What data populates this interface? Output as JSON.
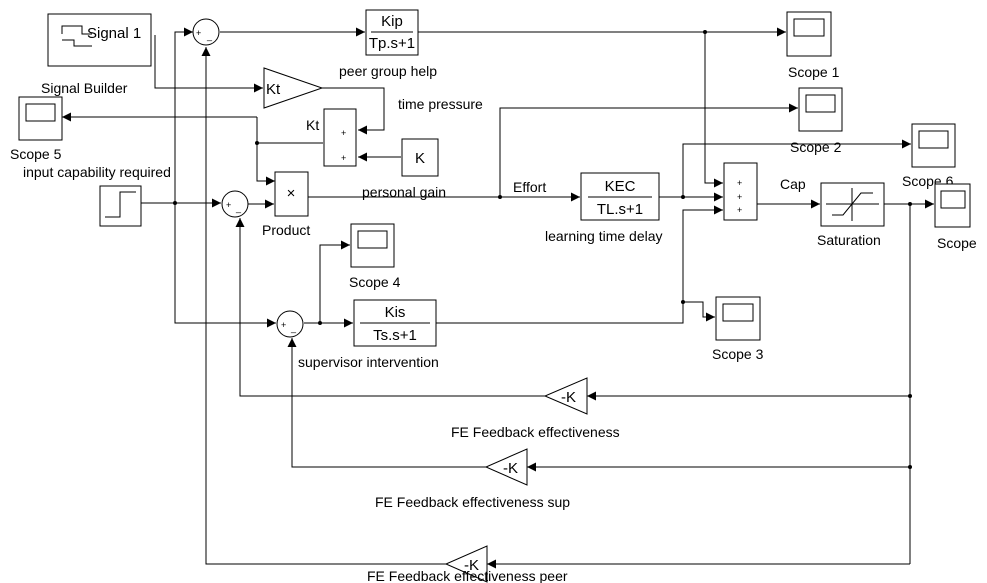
{
  "blocks": {
    "signal_builder": {
      "name": "Signal Builder",
      "inner": "Signal 1"
    },
    "input_step": {
      "name": "input capability required"
    },
    "peer_tf": {
      "num": "Kip",
      "den": "Tp.s+1",
      "name": "peer group help"
    },
    "learning_tf": {
      "num": "KEC",
      "den": "TL.s+1",
      "name": "learning time delay"
    },
    "supervisor_tf": {
      "num": "Kis",
      "den": "Ts.s+1",
      "name": "supervisor intervention"
    },
    "kt_gain": {
      "inner": "Kt",
      "tag": "Kt"
    },
    "k_const": {
      "inner": "K",
      "name": "personal gain"
    },
    "product": {
      "inner": "×",
      "name": "Product"
    },
    "saturation": {
      "name": "Saturation"
    },
    "fb_peer": {
      "inner": "-K",
      "name": "FE Feedback effectiveness peer"
    },
    "fb_main": {
      "inner": "-K",
      "name": "FE Feedback effectiveness"
    },
    "fb_sup": {
      "inner": "-K",
      "name": "FE Feedback effectiveness sup"
    }
  },
  "scopes": {
    "scope1": "Scope 1",
    "scope2": "Scope 2",
    "scope3": "Scope 3",
    "scope4": "Scope 4",
    "scope5": "Scope 5",
    "scope6": "Scope 6",
    "scope": "Scope"
  },
  "signals": {
    "time_pressure": "time pressure",
    "effort": "Effort",
    "cap": "Cap"
  },
  "signs": {
    "plus": "+",
    "minus": "_"
  }
}
